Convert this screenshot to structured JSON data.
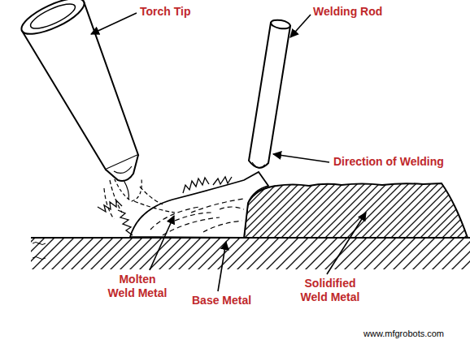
{
  "diagram": {
    "labels": [
      "Torch Tip",
      "Welding Rod",
      "Direction of Welding",
      "Molten Weld Metal",
      "Base Metal",
      "Solidified Weld Metal",
      "www.mfgrobots.com"
    ]
  }
}
